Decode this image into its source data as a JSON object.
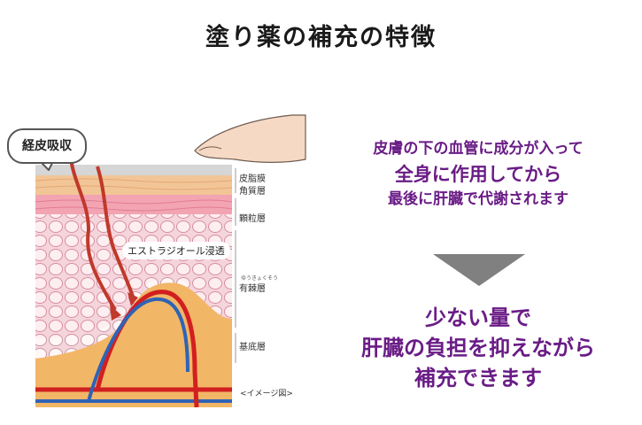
{
  "title": "塗り薬の補充の特徴",
  "diagram": {
    "bubble_label": "経皮吸収",
    "layers": [
      {
        "label": "皮脂膜"
      },
      {
        "label": "角質層"
      },
      {
        "label": "顆粒層"
      },
      {
        "label": "有棘層",
        "ruby": "ゆうきょくそう"
      },
      {
        "label": "基底層"
      }
    ],
    "estradiol_label": "エストラジオール浸透",
    "image_note": "<イメージ図>"
  },
  "right_text": {
    "line1": "皮膚の下の血管に成分が入って",
    "line2": "全身に作用してから",
    "line3": "最後に肝臓で代謝されます"
  },
  "bottom_text": {
    "line1": "少ない量で",
    "line2": "肝臓の負担を抑えながら",
    "line3": "補充できます"
  },
  "colors": {
    "text_purple": "#6a1c86",
    "arrow_gray": "#808080",
    "absorption_arrow": "#c0392b"
  }
}
